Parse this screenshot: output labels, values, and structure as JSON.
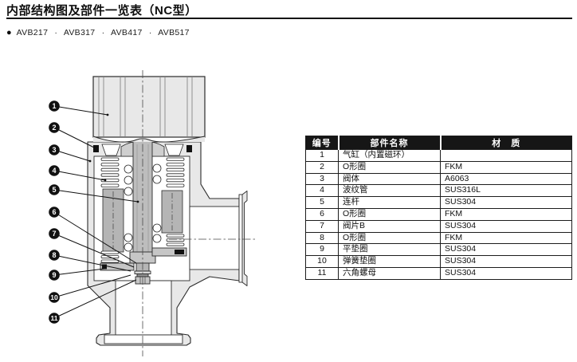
{
  "page": {
    "title": "内部结构图及部件一览表（NC型）",
    "models": {
      "bullet": "●",
      "text": "AVB217 · AVB317 · AVB417 · AVB517"
    }
  },
  "diagram": {
    "callouts": [
      "1",
      "2",
      "3",
      "4",
      "5",
      "6",
      "7",
      "8",
      "9",
      "10",
      "11"
    ]
  },
  "table": {
    "headers": [
      "编号",
      "部件名称",
      "材　质"
    ],
    "rows": [
      {
        "no": "1",
        "name": "气缸（内置磁环）",
        "material": ""
      },
      {
        "no": "2",
        "name": "O形圈",
        "material": "FKM"
      },
      {
        "no": "3",
        "name": "阀体",
        "material": "A6063"
      },
      {
        "no": "4",
        "name": "波纹管",
        "material": "SUS316L"
      },
      {
        "no": "5",
        "name": "连杆",
        "material": "SUS304"
      },
      {
        "no": "6",
        "name": "O形圈",
        "material": "FKM"
      },
      {
        "no": "7",
        "name": "阀片B",
        "material": "SUS304"
      },
      {
        "no": "8",
        "name": "O形圈",
        "material": "FKM"
      },
      {
        "no": "9",
        "name": "平垫圈",
        "material": "SUS304"
      },
      {
        "no": "10",
        "name": "弹簧垫圈",
        "material": "SUS304"
      },
      {
        "no": "11",
        "name": "六角螺母",
        "material": "SUS304"
      }
    ]
  },
  "colors": {
    "header_bg": "#161616",
    "line": "#2b2b2b",
    "metal_light": "#e8e8e8",
    "metal_mid": "#b5b5b5",
    "rule": "#141414"
  }
}
